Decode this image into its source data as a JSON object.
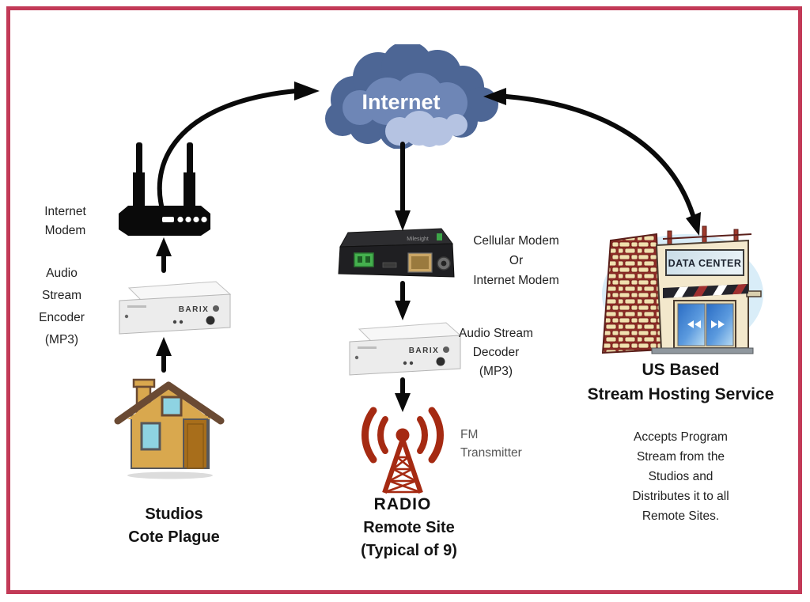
{
  "cloud": {
    "label": "Internet"
  },
  "left_chain": {
    "modem_label_lines": [
      "Internet",
      "Modem"
    ],
    "encoder_label_lines": [
      "Audio",
      "Stream",
      "Encoder",
      "(MP3)"
    ],
    "encoder_brand": "BARIX",
    "caption_lines": [
      "Studios",
      "Cote Plague"
    ]
  },
  "middle_chain": {
    "modem_label_lines": [
      "Cellular Modem",
      "Or",
      "Internet Modem"
    ],
    "modem_brand": "Milesight",
    "decoder_label_lines": [
      "Audio Stream",
      "Decoder",
      "(MP3)"
    ],
    "decoder_brand": "BARIX",
    "fm_label_lines": [
      "FM",
      "Transmitter"
    ],
    "tower_text": "RADIO",
    "caption_lines": [
      "Remote Site",
      "(Typical of 9)"
    ]
  },
  "right_chain": {
    "building_sign": "DATA CENTER",
    "heading_lines": [
      "US Based",
      "Stream Hosting Service"
    ],
    "body_lines": [
      "Accepts Program",
      "Stream from the",
      "Studios and",
      "Distributes it to all",
      "Remote Sites."
    ]
  },
  "colors": {
    "frame_border": "#c23a57",
    "cloud_dark": "#4d6695",
    "cloud_mid": "#6e86b6",
    "cloud_pale": "#b5c3e2",
    "arrow": "#0a0a0a",
    "house_wall": "#d9a84e",
    "house_roof": "#6a4a33",
    "house_door": "#a86e1b",
    "window_blue": "#8ed3e2",
    "tower_red": "#a52a12",
    "brick_red": "#8e2b26",
    "brick_cream": "#f0e0ae",
    "door_glass_blue": "#2f6fc8",
    "fm_label_gray": "#585858"
  }
}
